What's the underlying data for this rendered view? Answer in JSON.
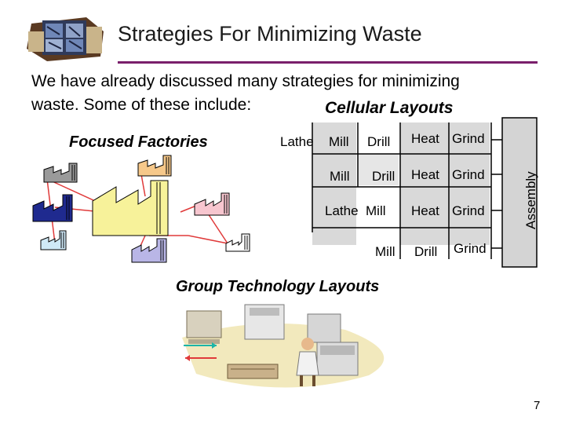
{
  "slide": {
    "title": "Strategies For Minimizing Waste",
    "intro_line1": "We have already discussed many strategies for minimizing",
    "intro_line2": "waste.  Some of these include:",
    "cellular_heading": "Cellular Layouts",
    "focused_heading": "Focused Factories",
    "group_heading": "Group Technology Layouts",
    "page_number": "7"
  },
  "cells": {
    "row1": [
      "Lathe",
      "Mill",
      "Drill",
      "Heat",
      "Grind"
    ],
    "row2": [
      "Mill",
      "Drill",
      "Heat",
      "Grind"
    ],
    "row3": [
      "Lathe",
      "Mill",
      "Heat",
      "Grind"
    ],
    "row4": [
      "Mill",
      "Drill",
      "Grind"
    ],
    "assembly_label": "Assembly"
  },
  "colors": {
    "title_rule": "#7a1f6b",
    "factory_gray": "#9a9a9a",
    "factory_peach": "#f6c88a",
    "factory_navy": "#1f2a8f",
    "factory_yellow": "#f7f29a",
    "factory_pink": "#f7c6cf",
    "factory_lightblue": "#cfe9f7",
    "factory_lavender": "#b9b6e6",
    "link_line": "#e03a3a",
    "assembly_bar": "#d4d4d4"
  },
  "icons": [
    "logo-icon",
    "factory-icon",
    "shop-floor-illustration"
  ]
}
